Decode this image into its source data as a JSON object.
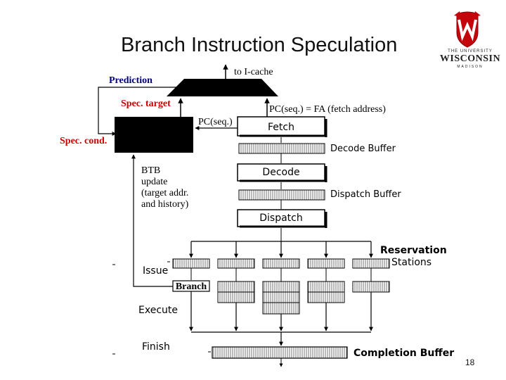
{
  "slide": {
    "title": "Branch Instruction Speculation",
    "page_number": "18"
  },
  "logo": {
    "line1": "THE UNIVERSITY",
    "line2": "WISCONSIN",
    "line3": "MADISON",
    "colors": {
      "crest": "#c5050c",
      "text": "#222222"
    }
  },
  "diagram": {
    "labels": {
      "to_icache": "to I-cache",
      "prediction": "Prediction",
      "spec_target": "Spec. target",
      "spec_cond": "Spec. cond.",
      "pc_fa": "PC(seq.) = FA (fetch address)",
      "pc_seq": "PC(seq.)",
      "btb_update_1": "BTB",
      "btb_update_2": "update",
      "btb_update_3": "(target addr.",
      "btb_update_4": "and history)",
      "issue": "Issue",
      "branch": "Branch",
      "execute": "Execute",
      "finish": "Finish"
    },
    "stages": {
      "fetch": "Fetch",
      "decode": "Decode",
      "dispatch": "Dispatch"
    },
    "buffers": {
      "decode_buffer": "Decode Buffer",
      "dispatch_buffer": "Dispatch Buffer",
      "reservation_1": "Reservation",
      "reservation_2": "Stations",
      "completion_buffer": "Completion Buffer"
    },
    "colors": {
      "red": "#cc0000",
      "blue": "#000080",
      "black": "#000000",
      "hatch": "#888888"
    }
  }
}
